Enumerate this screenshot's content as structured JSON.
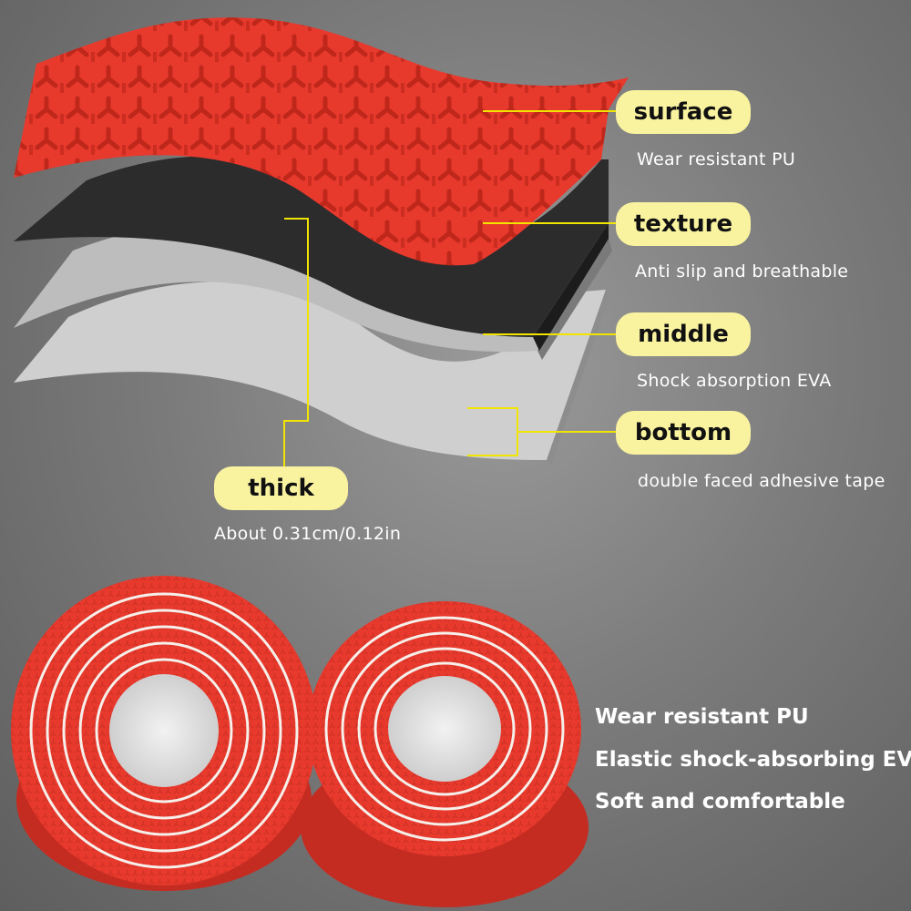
{
  "labels": [
    {
      "key": "surface",
      "title": "surface",
      "desc": "Wear resistant PU"
    },
    {
      "key": "texture",
      "title": "texture",
      "desc": "Anti slip and breathable"
    },
    {
      "key": "middle",
      "title": "middle",
      "desc": "Shock absorption EVA"
    },
    {
      "key": "bottom",
      "title": "bottom",
      "desc": "double faced adhesive tape"
    },
    {
      "key": "thick",
      "title": "thick",
      "desc": "About 0.31cm/0.12in"
    }
  ],
  "features": [
    "Wear resistant PU",
    "Elastic shock-absorbing EVA",
    "Soft and comfortable"
  ],
  "colors": {
    "pill": "#f9f3a0",
    "leader_line": "#f1e400",
    "tape_red": "#e8392d",
    "foam_black": "#2c2c2c"
  }
}
